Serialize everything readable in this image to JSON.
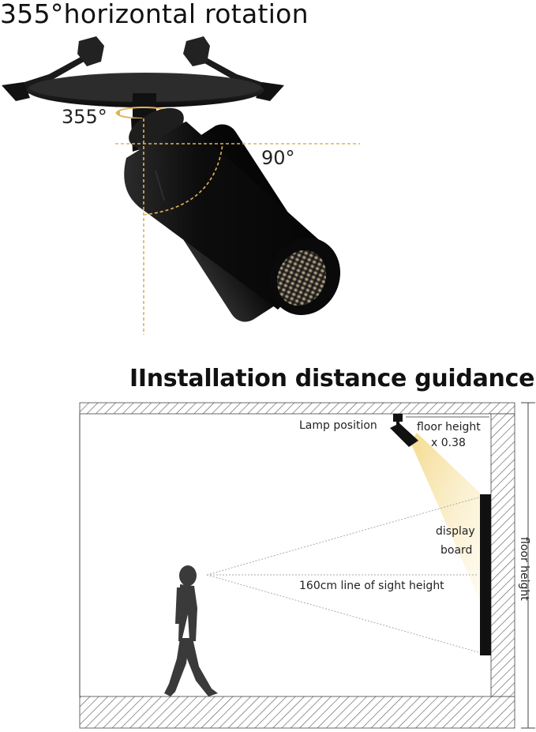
{
  "top_title": "355°horizontal rotation",
  "rotation_label": "355°",
  "tilt_label": "90°",
  "section_title": "IInstallation distance guidance",
  "diagram": {
    "lamp_position": "Lamp position",
    "floor_height_line1": "floor height",
    "floor_height_line2": "x 0.38",
    "display_line1": "display",
    "display_line2": "board",
    "sight_line": "160cm line of sight height",
    "side_label": "floor height"
  },
  "colors": {
    "guide_line": "#e0b35a",
    "lamp_body": "#111111",
    "light_beam": "#f7e3a0"
  }
}
